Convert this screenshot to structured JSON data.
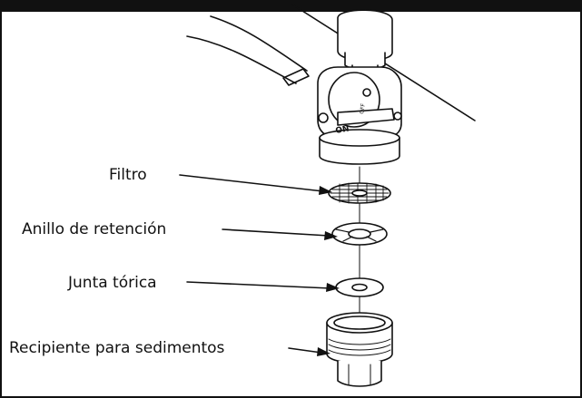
{
  "diagram": {
    "labels": {
      "filtro": "Filtro",
      "anillo": "Anillo de retención",
      "junta": "Junta tórica",
      "recipiente": "Recipiente para sedimentos"
    },
    "valve_markings": {
      "on": "ON",
      "off": "OFF"
    },
    "colors": {
      "frame": "#111111",
      "line": "#111111",
      "background": "#ffffff"
    }
  }
}
